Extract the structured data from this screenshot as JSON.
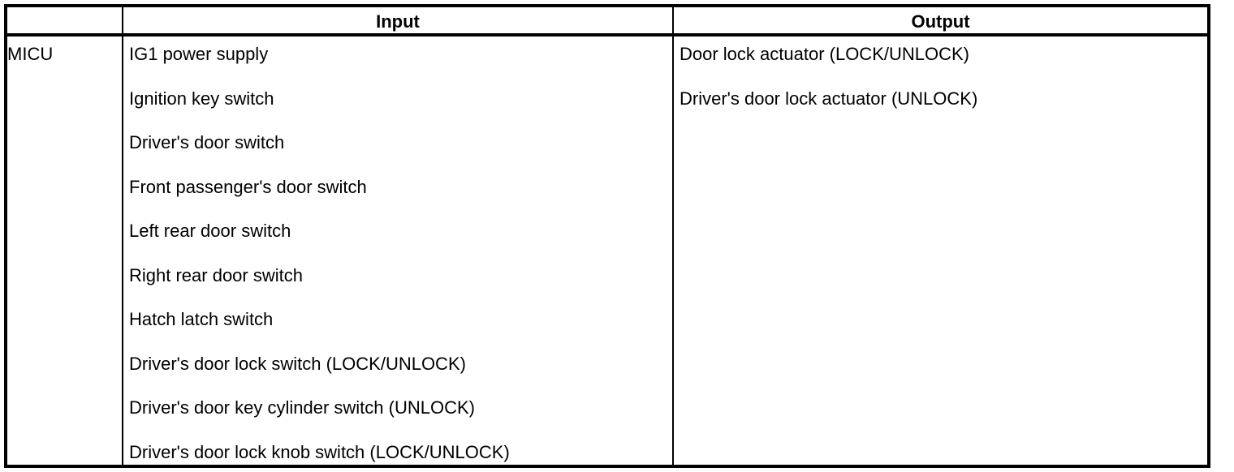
{
  "table": {
    "headers": {
      "corner": "",
      "input": "Input",
      "output": "Output"
    },
    "rows": [
      {
        "module": "MICU",
        "inputs": [
          "IG1 power supply",
          "Ignition key switch",
          "Driver's door switch",
          "Front passenger's door switch",
          "Left rear door switch",
          "Right rear door switch",
          "Hatch latch switch",
          "Driver's door lock switch (LOCK/UNLOCK)",
          "Driver's door key cylinder switch (UNLOCK)",
          "Driver's door lock knob switch (LOCK/UNLOCK)"
        ],
        "outputs": [
          "Door lock actuator (LOCK/UNLOCK)",
          "Driver's door lock actuator (UNLOCK)"
        ]
      }
    ]
  },
  "colors": {
    "border": "#000000",
    "background": "#ffffff",
    "text": "#000000"
  }
}
